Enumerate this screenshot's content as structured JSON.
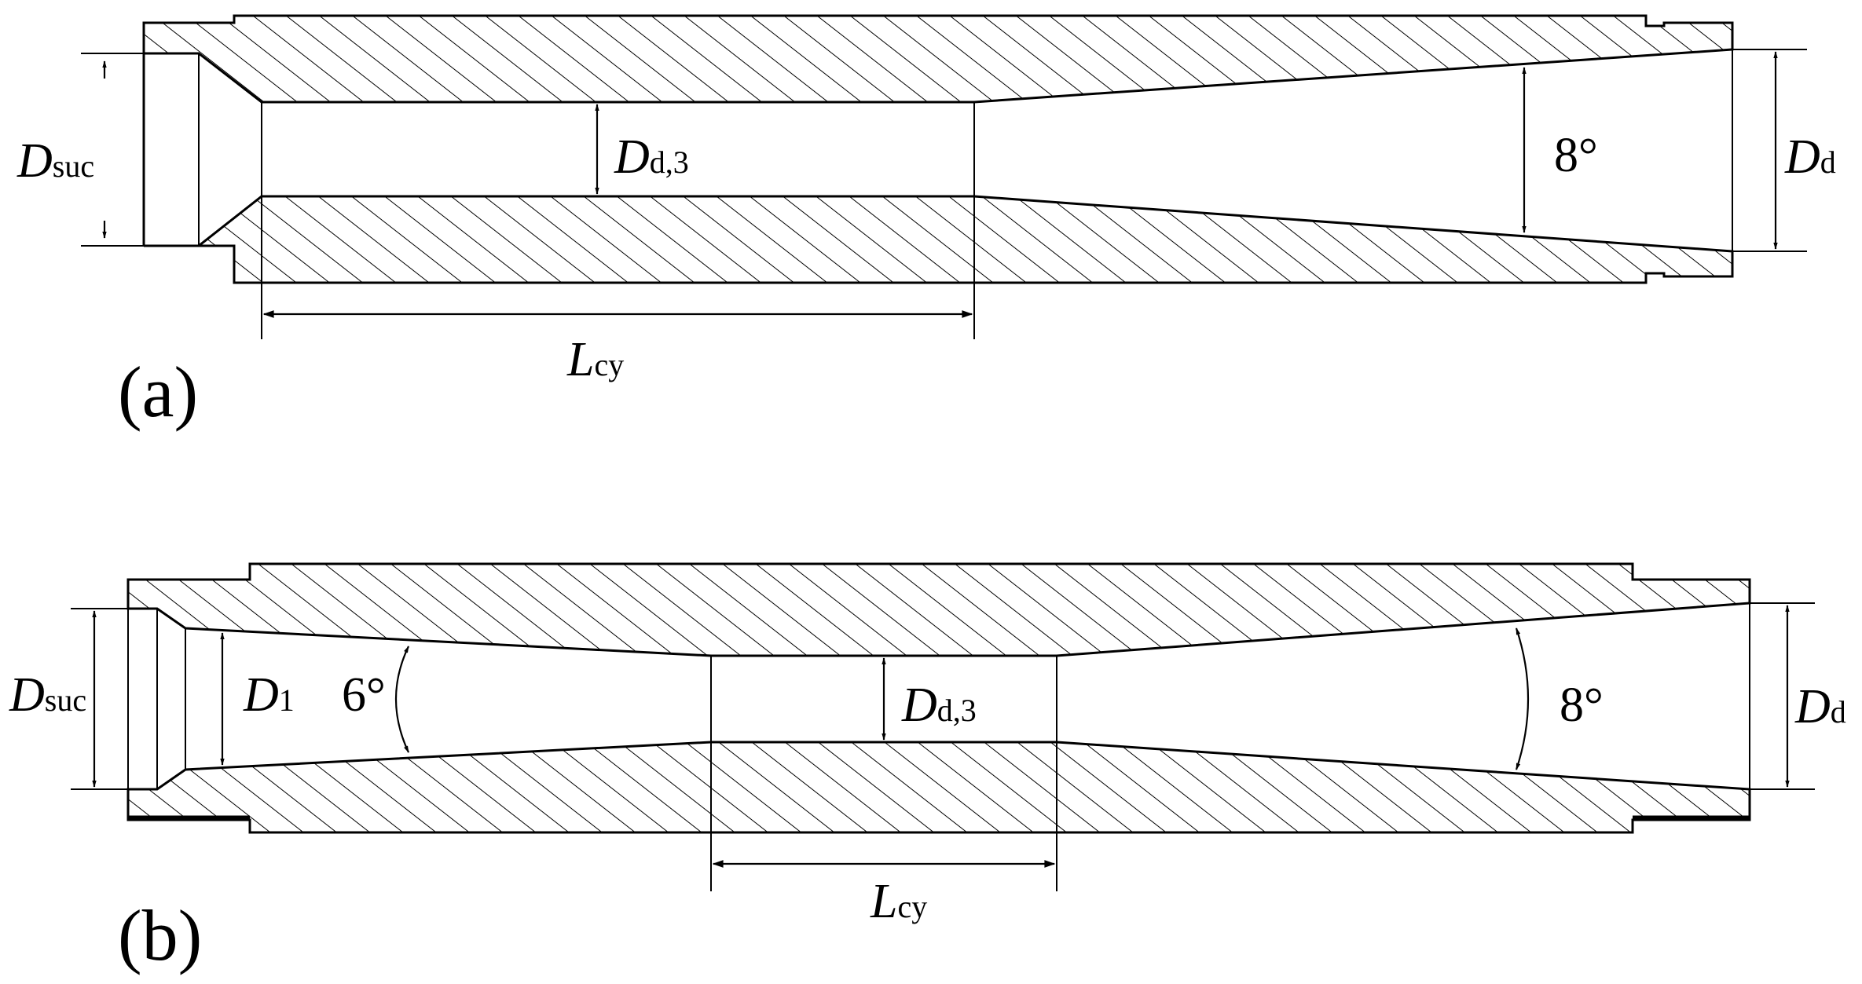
{
  "colors": {
    "ink": "#000000",
    "background": "#ffffff"
  },
  "panel_a": {
    "panel_label": "(a)",
    "suction_diameter": {
      "symbol": "D",
      "subscript": "suc"
    },
    "throat_diameter": {
      "symbol": "D",
      "subscript": "d,3"
    },
    "outlet_diameter": {
      "symbol": "D",
      "subscript": "d"
    },
    "diffuser_angle": "8°",
    "cylinder_length": {
      "symbol": "L",
      "subscript": "cy"
    }
  },
  "panel_b": {
    "panel_label": "(b)",
    "suction_diameter": {
      "symbol": "D",
      "subscript": "suc"
    },
    "inlet_diameter": {
      "symbol": "D",
      "subscript": "1"
    },
    "convergent_angle": "6°",
    "throat_diameter": {
      "symbol": "D",
      "subscript": "d,3"
    },
    "diffuser_angle": "8°",
    "outlet_diameter": {
      "symbol": "D",
      "subscript": "d"
    },
    "cylinder_length": {
      "symbol": "L",
      "subscript": "cy"
    }
  }
}
